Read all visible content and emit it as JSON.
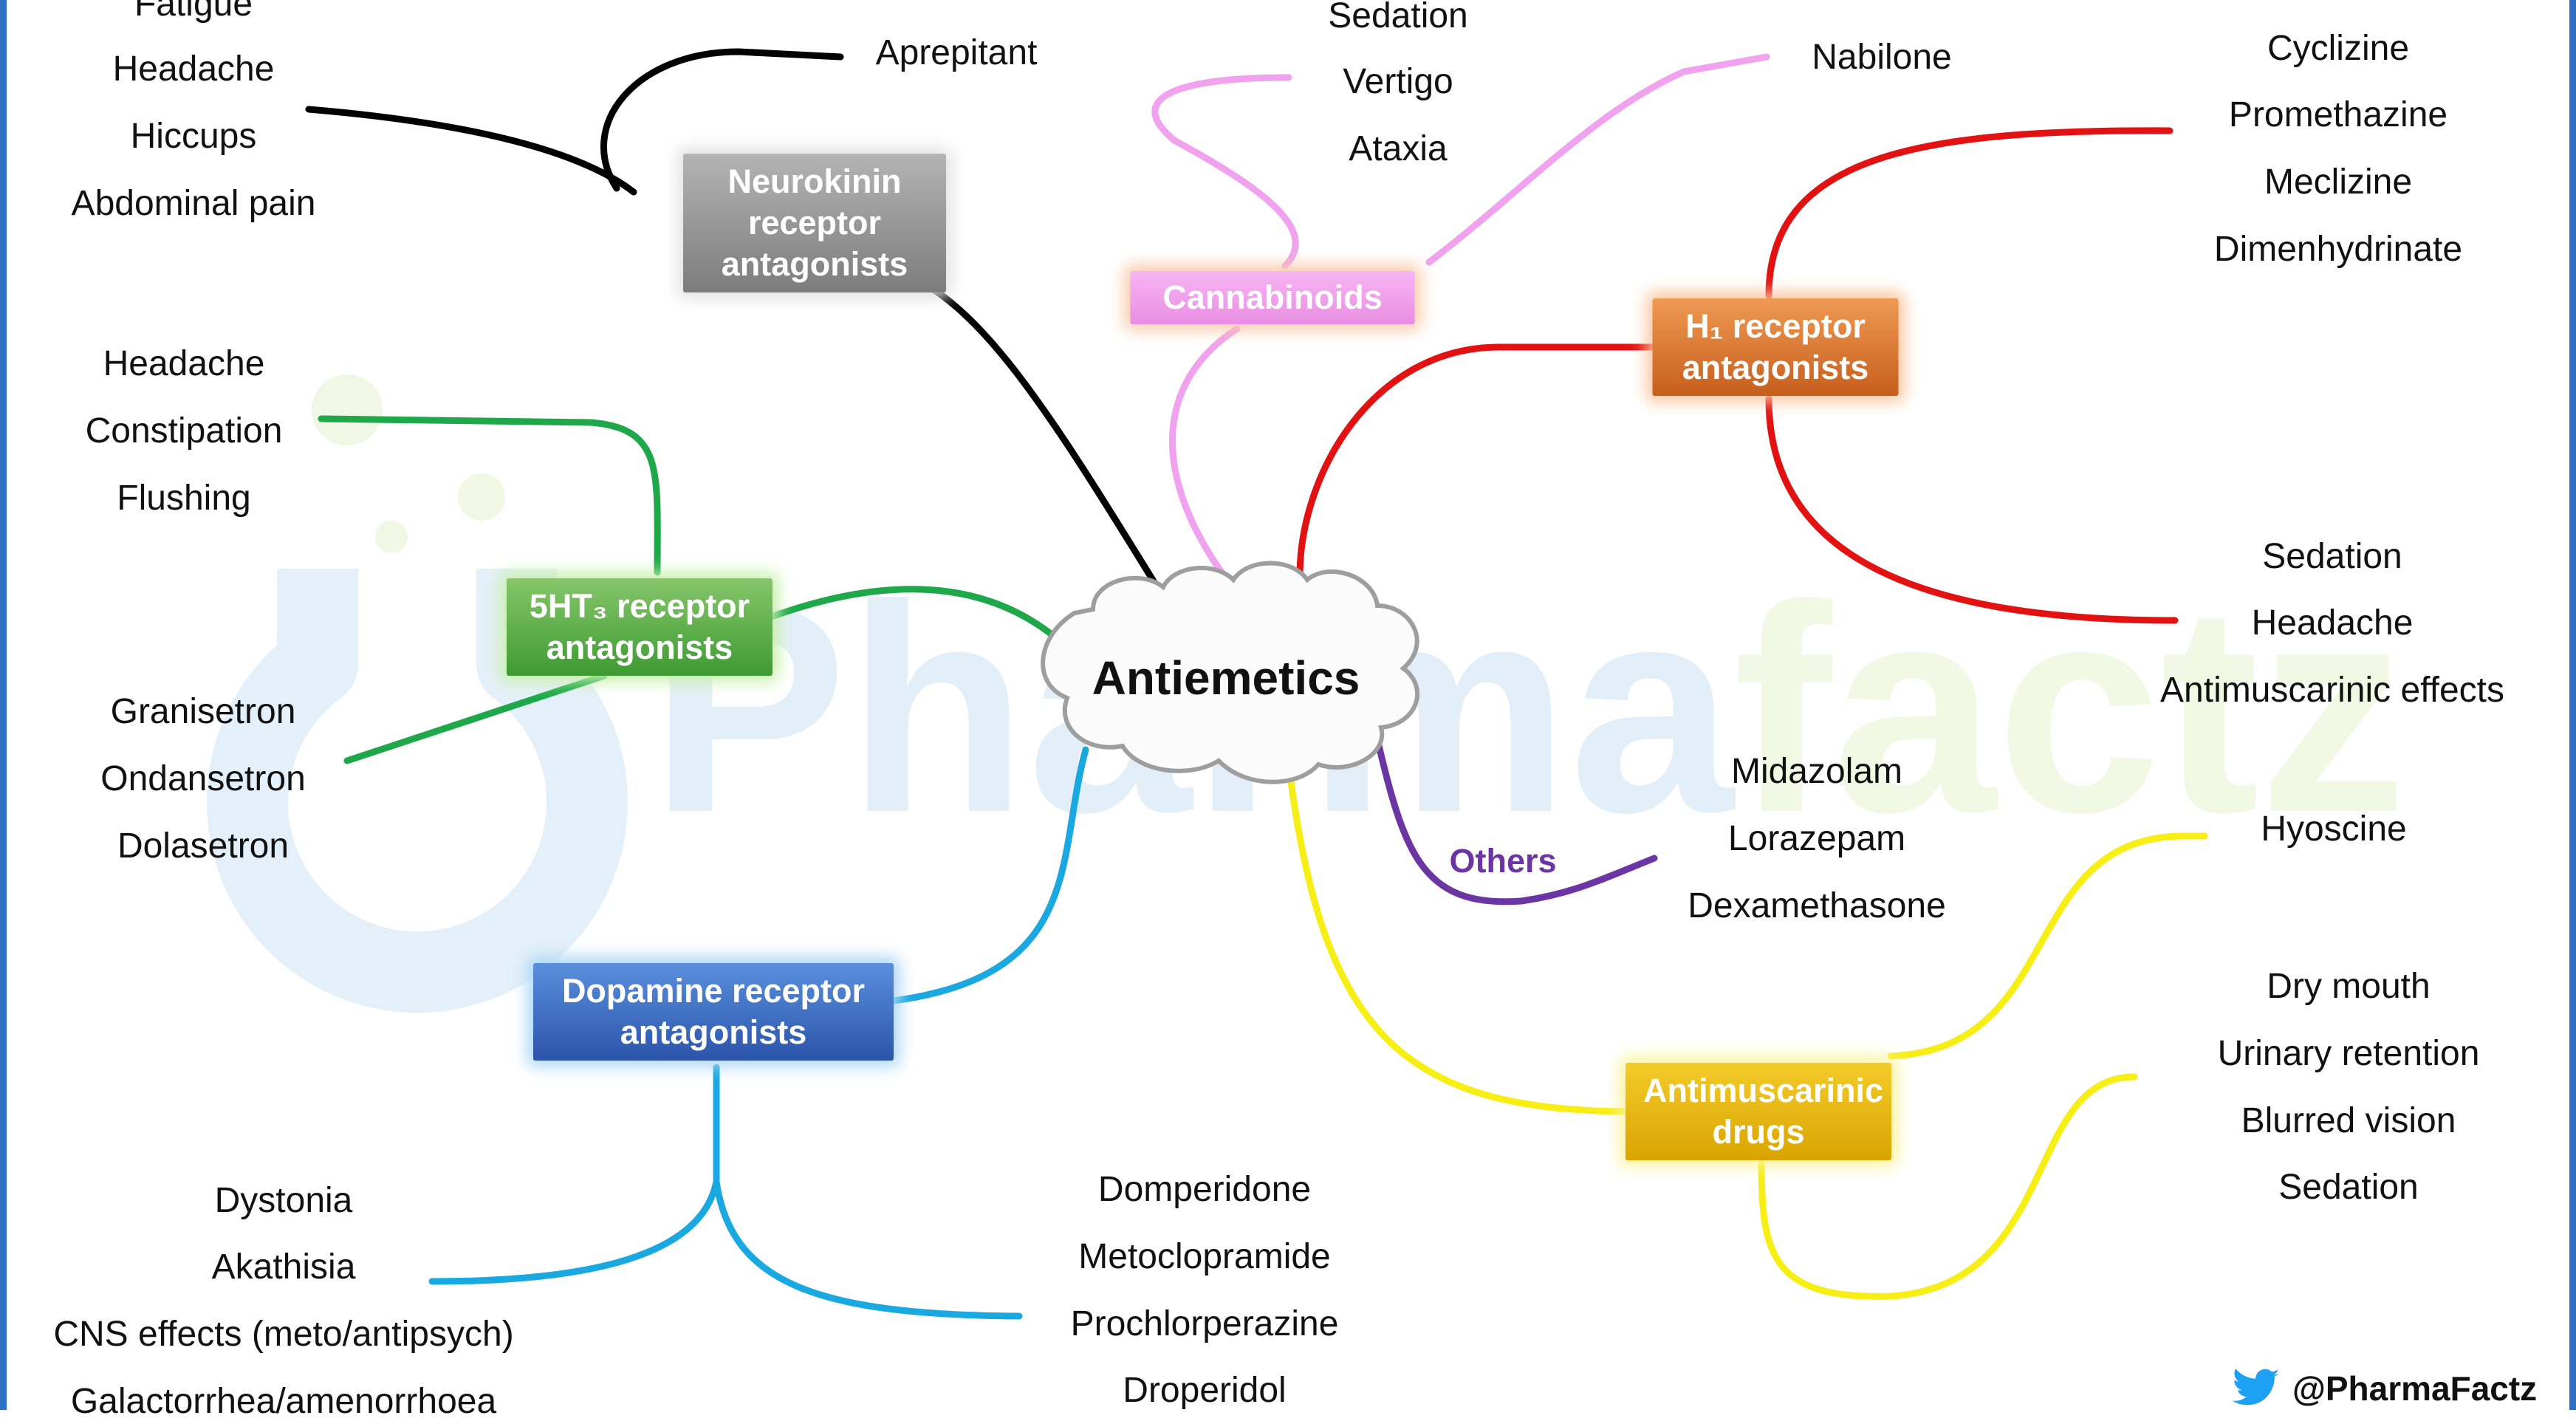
{
  "title": "Antiemetics",
  "watermark": {
    "part_one": "Pharma",
    "part_two": "factz"
  },
  "twitter_handle": "@PharmaFactz",
  "colors": {
    "neurokinin": "#000000",
    "cannabinoids": "#f0a2ee",
    "h1": "#e31212",
    "serotonin": "#1ea84a",
    "dopamine": "#19a8e0",
    "antimuscarinic": "#f6ee14",
    "others": "#6b35a3"
  },
  "categories": {
    "neurokinin": {
      "label_lines": [
        "Neurokinin receptor",
        "antagonists"
      ],
      "drugs": [
        "Aprepitant"
      ],
      "effects": [
        "Fatigue",
        "Headache",
        "Hiccups",
        "Abdominal pain"
      ]
    },
    "cannabinoids": {
      "label": "Cannabinoids",
      "drugs": [
        "Nabilone"
      ],
      "effects": [
        "Sedation",
        "Vertigo",
        "Ataxia"
      ]
    },
    "h1": {
      "label_lines": [
        "H₁ receptor",
        "antagonists"
      ],
      "drugs": [
        "Cyclizine",
        "Promethazine",
        "Meclizine",
        "Dimenhydrinate"
      ],
      "effects": [
        "Sedation",
        "Headache",
        "Antimuscarinic effects"
      ]
    },
    "serotonin": {
      "label_lines": [
        "5HT₃ receptor",
        "antagonists"
      ],
      "drugs": [
        "Granisetron",
        "Ondansetron",
        "Dolasetron"
      ],
      "effects": [
        "Headache",
        "Constipation",
        "Flushing"
      ]
    },
    "dopamine": {
      "label_lines": [
        "Dopamine receptor",
        "antagonists"
      ],
      "drugs": [
        "Domperidone",
        "Metoclopramide",
        "Prochlorperazine",
        "Droperidol"
      ],
      "effects": [
        "Dystonia",
        "Akathisia",
        "CNS effects (meto/antipsych)",
        "Galactorrhea/amenorrhoea"
      ]
    },
    "antimuscarinic": {
      "label_lines": [
        "Antimuscarinic",
        "drugs"
      ],
      "drugs": [
        "Hyoscine"
      ],
      "effects": [
        "Dry mouth",
        "Urinary retention",
        "Blurred vision",
        "Sedation"
      ]
    },
    "others": {
      "label": "Others",
      "drugs": [
        "Midazolam",
        "Lorazepam",
        "Dexamethasone"
      ]
    }
  }
}
